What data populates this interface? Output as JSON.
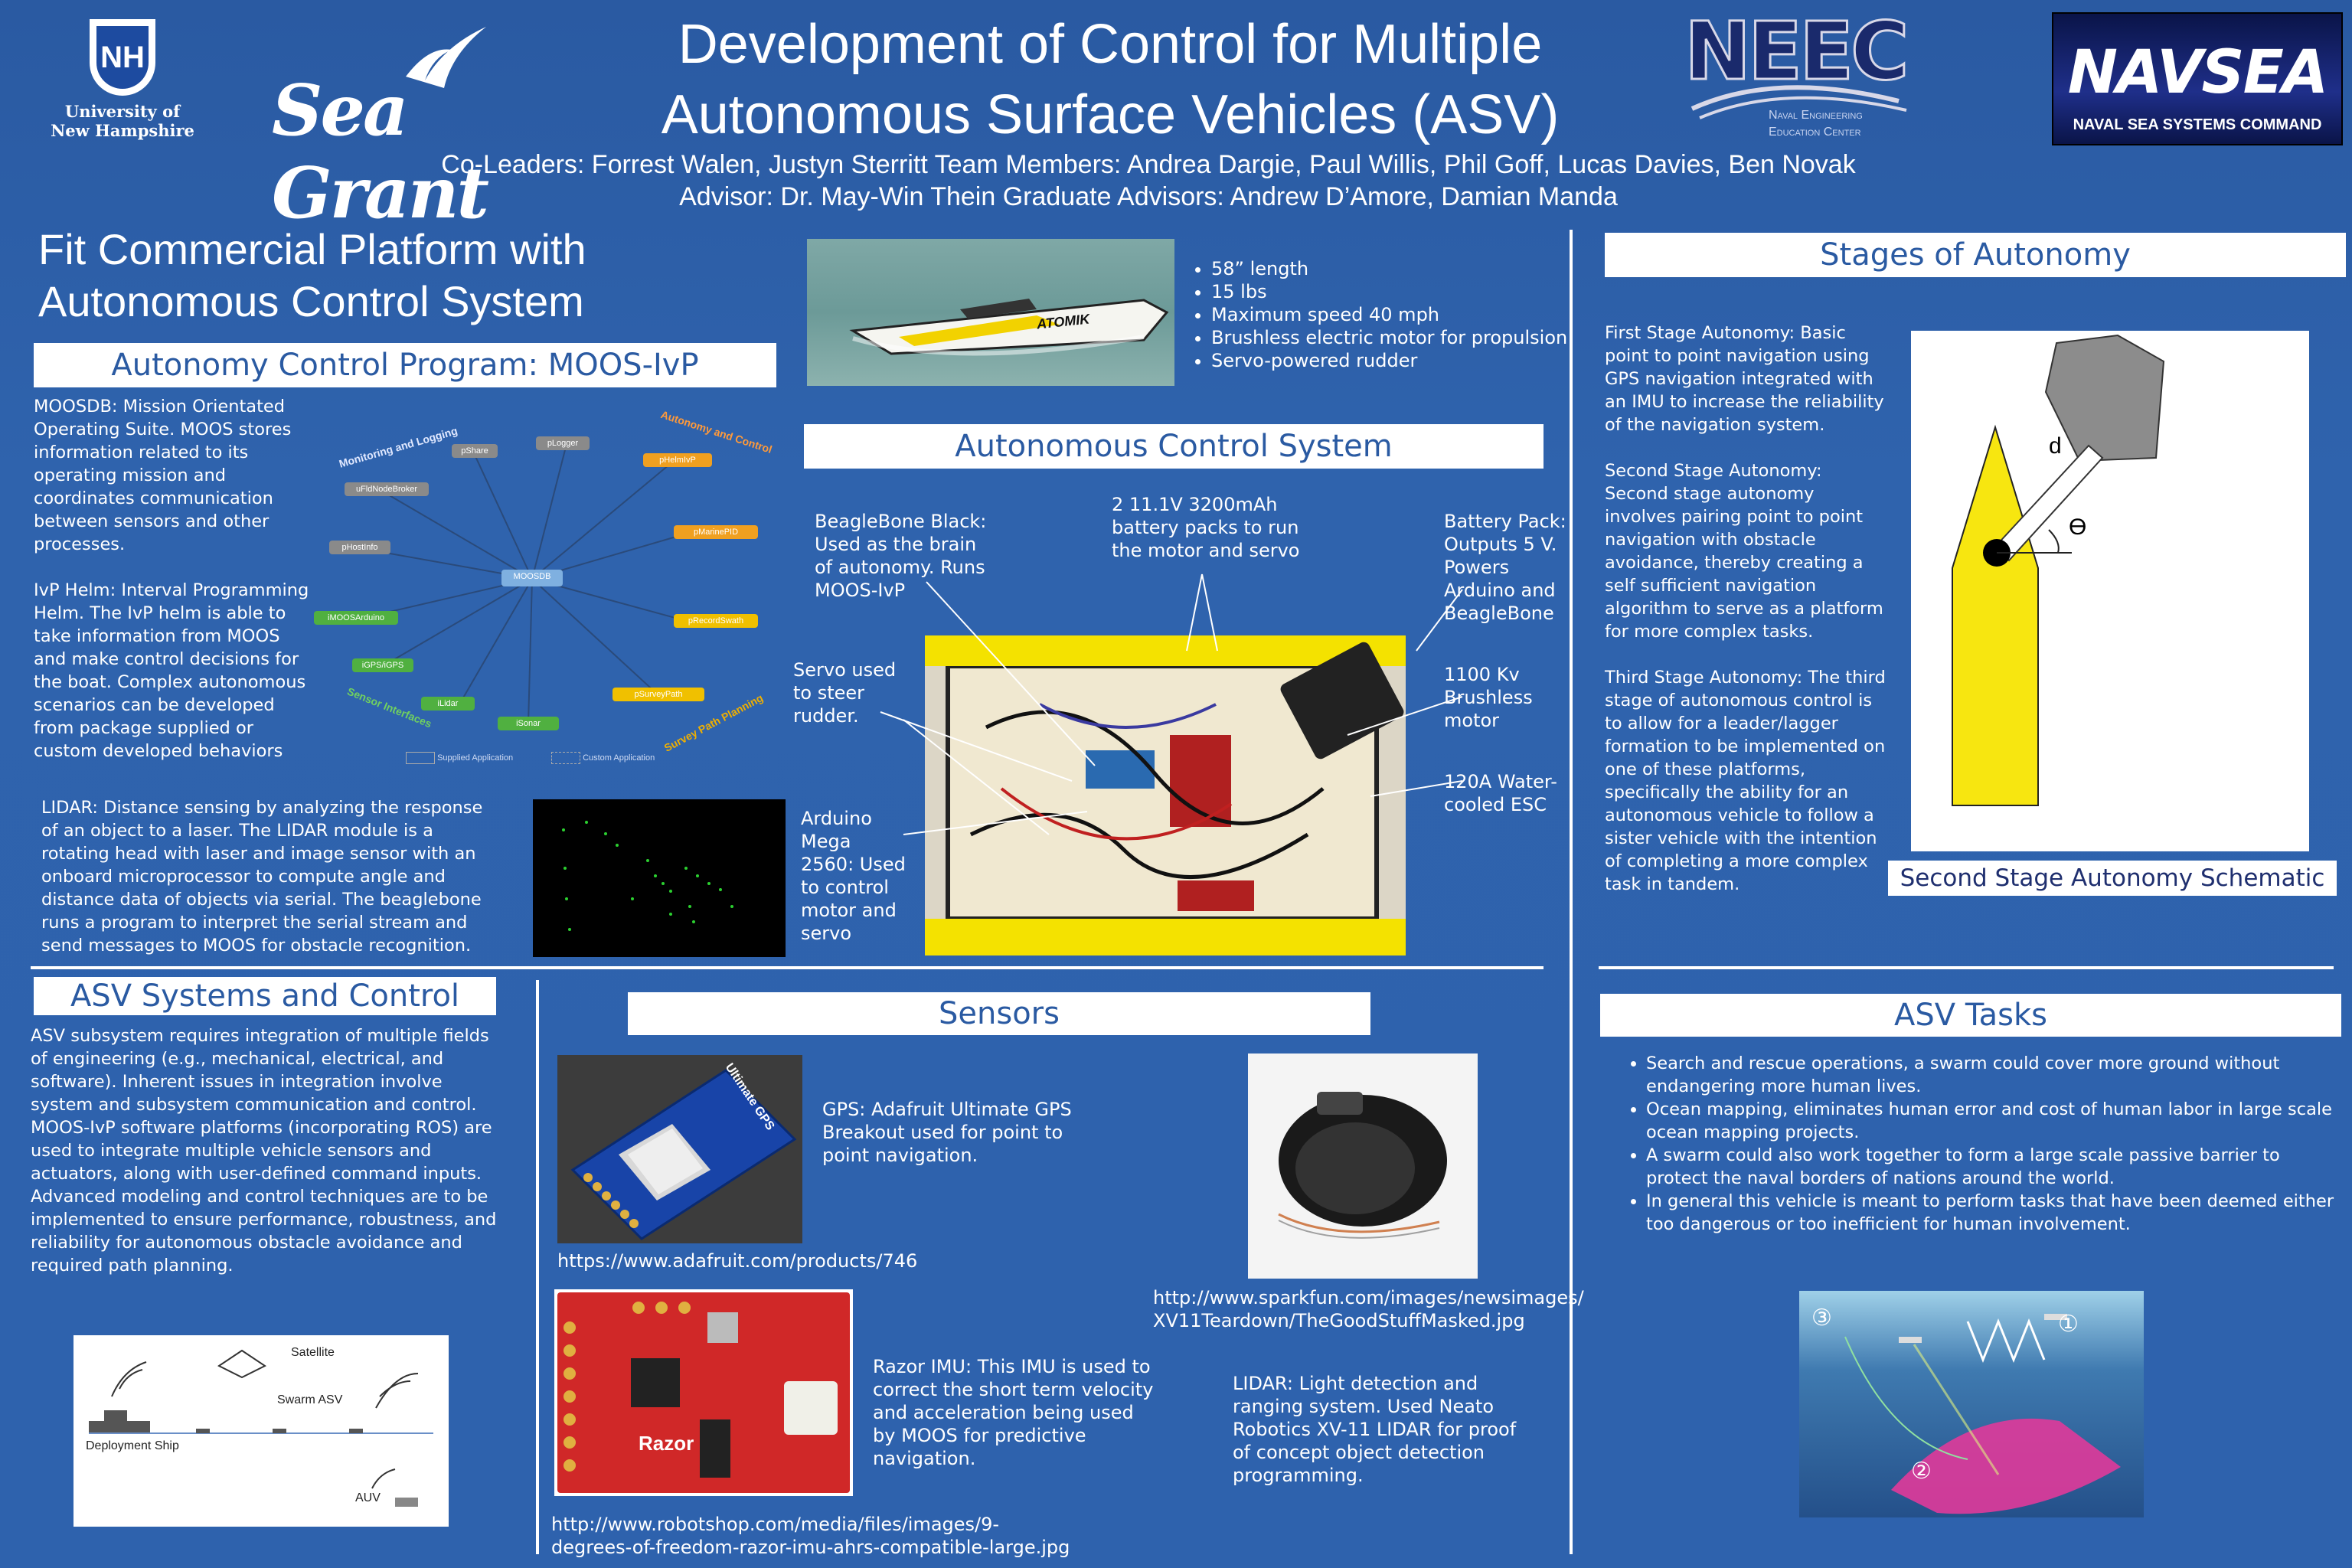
{
  "header": {
    "title_line1": "Development of Control for Multiple",
    "title_line2": "Autonomous Surface Vehicles (ASV)",
    "team_line1": "Co-Leaders: Forrest Walen, Justyn Sterritt Team Members: Andrea Dargie, Paul Willis, Phil Goff, Lucas Davies, Ben Novak",
    "team_line2": "Advisor: Dr. May-Win Thein Graduate Advisors: Andrew D’Amore, Damian Manda"
  },
  "logos": {
    "unh_line1": "University of",
    "unh_line2": "New Hampshire",
    "seagrant": "Sea Grant",
    "neec": "NEEC",
    "neec_sub1": "Naval Engineering",
    "neec_sub2": "Education Center",
    "navsea": "NAVSEA",
    "navsea_sub": "NAVAL SEA SYSTEMS COMMAND"
  },
  "fit": {
    "heading_line1": "Fit Commercial Platform with",
    "heading_line2": "Autonomous Control System",
    "specs": [
      "58” length",
      "15 lbs",
      "Maximum speed 40 mph",
      "Brushless electric motor for propulsion",
      "Servo-powered rudder"
    ],
    "boat_label": "ATOMIK"
  },
  "moos": {
    "bar": "Autonomy Control Program: MOOS-IvP",
    "p1": "MOOSDB:  Mission Orientated Operating Suite.  MOOS stores information related to its operating mission and coordinates communication between sensors and other processes.",
    "p2": "IvP Helm: Interval Programming Helm.  The IvP helm is able to take information from MOOS and make control decisions for the boat.  Complex autonomous scenarios can be developed from package supplied or custom developed behaviors",
    "lidar": "LIDAR: Distance sensing by analyzing the response of an object to a laser.  The LIDAR module is a rotating head with laser and image sensor with an onboard microprocessor to compute angle and distance data of objects via serial.  The beaglebone runs a program to interpret the serial stream and send messages to MOOS for obstacle recognition.",
    "diagram": {
      "center": "MOOSDB",
      "nodes": [
        "pShare",
        "pLogger",
        "uFldNodeBroker",
        "pHelmIvP",
        "pHostInfo",
        "pMarinePID",
        "iMOOSArduino",
        "pRecordSwath",
        "iGPS/iGPS",
        "iLidar",
        "iSonar",
        "pSurveyPath"
      ],
      "groups": [
        "Monitoring and Logging",
        "Autonomy and Control",
        "Sensor Interfaces",
        "Survey Path Planning"
      ],
      "legend": [
        "Supplied Application",
        "Custom Application"
      ]
    }
  },
  "acs": {
    "bar": "Autonomous Control System",
    "beaglebone": "BeagleBone Black: Used as the brain of autonomy.  Runs MOOS-IvP",
    "battery_packs": "2 11.1V 3200mAh battery packs to run the motor and servo",
    "battery_pack": "Battery Pack: Outputs 5 V. Powers Arduino and BeagleBone",
    "servo": "Servo used to steer rudder.",
    "motor": "1100 Kv Brushless motor",
    "esc": "120A Water-cooled ESC",
    "arduino": "Arduino Mega 2560: Used to control motor and servo"
  },
  "stages": {
    "bar": "Stages of Autonomy",
    "p1": "First Stage Autonomy:  Basic point to point navigation using GPS navigation integrated with an IMU to increase the reliability of the navigation system.",
    "p2": "Second Stage Autonomy: Second stage autonomy involves pairing point to point navigation with obstacle avoidance, thereby creating a self sufficient navigation algorithm to serve as a platform for more complex tasks.",
    "p3": "Third Stage Autonomy:  The third stage of autonomous control is to allow for a leader/lagger formation to be implemented on one of these platforms, specifically the ability for an autonomous vehicle to follow a sister vehicle with the intention of completing  a more complex task in tandem.",
    "schematic_caption": "Second Stage Autonomy Schematic",
    "label_d": "d",
    "label_theta": "ϴ"
  },
  "asv_systems": {
    "bar": "ASV Systems and Control",
    "p": "ASV subsystem requires integration of multiple fields of engineering (e.g., mechanical, electrical, and software). Inherent issues in integration involve system and subsystem communication and control. MOOS-IvP software platforms (incorporating ROS) are used to integrate multiple vehicle sensors and actuators, along with user-defined command inputs. Advanced modeling and control techniques are to be implemented to ensure performance, robustness, and reliability for autonomous obstacle avoidance and required path planning.",
    "diagram": {
      "satellite": "Satellite",
      "swarm": "Swarm ASV",
      "ship": "Deployment Ship",
      "auv": "AUV"
    }
  },
  "sensors": {
    "bar": "Sensors",
    "gps": "GPS: Adafruit Ultimate GPS Breakout used for point to point navigation.",
    "gps_url": "https://www.adafruit.com/products/746",
    "imu": "Razor IMU: This IMU is used to correct the short term velocity and acceleration being used by MOOS for predictive navigation.",
    "imu_url_line1": "http://www.robotshop.com/media/files/images/9-",
    "imu_url_line2": "degrees-of-freedom-razor-imu-ahrs-compatible-large.jpg",
    "lidar_url_line1": "http://www.sparkfun.com/images/newsimages/",
    "lidar_url_line2": "XV11Teardown/TheGoodStuffMasked.jpg",
    "lidar": "LIDAR: Light detection and ranging system.  Used Neato Robotics XV-11 LIDAR for proof of concept object detection programming.",
    "razor_label": "Razor",
    "gps_label": "Ultimate GPS"
  },
  "tasks": {
    "bar": "ASV Tasks",
    "items": [
      "Search and rescue operations, a swarm could cover more ground without endangering more human lives.",
      "Ocean mapping, eliminates human error and cost of human labor in large scale ocean mapping projects.",
      " A swarm could also work together to form a large scale passive barrier to protect the naval borders of nations around the world.",
      "In general this vehicle is meant to perform tasks that have been deemed either too dangerous or too inefficient for human involvement."
    ],
    "markers": [
      "③",
      "①",
      "②"
    ]
  },
  "colors": {
    "background": "#2e62ad",
    "bar_text": "#2a5aa2",
    "schematic_yellow": "#f7e610"
  }
}
